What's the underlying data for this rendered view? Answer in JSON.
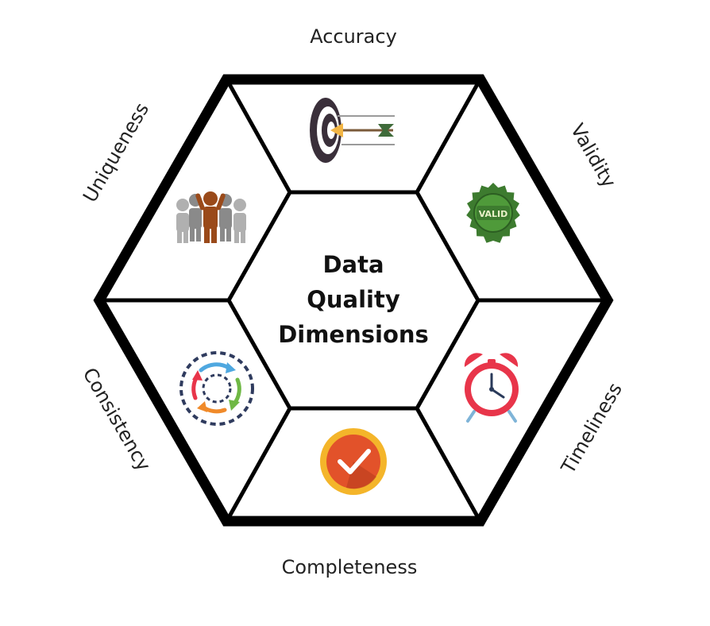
{
  "diagram": {
    "center_lines": [
      "Data",
      "Quality",
      "Dimensions"
    ],
    "dimensions": {
      "top": "Accuracy",
      "upper_right": "Validity",
      "lower_right": "Timeliness",
      "bottom": "Completeness",
      "lower_left": "Consistency",
      "upper_left": "Uniqueness"
    },
    "badge_text": "VALID"
  },
  "colors": {
    "outline": "#000000",
    "badge_green": "#3d7b2f",
    "clock_red": "#e8354a",
    "check_orange": "#e2522a",
    "check_ring": "#f4b52a",
    "people_grey": "#9a9a9a",
    "leader_brown": "#9a4a1a",
    "target_dark": "#3a2f3a",
    "arrow_yellow": "#f2b544"
  },
  "icons": [
    "target-arrow-icon",
    "valid-badge-icon",
    "alarm-clock-icon",
    "checkmark-icon",
    "cycle-arrows-icon",
    "people-group-icon"
  ]
}
